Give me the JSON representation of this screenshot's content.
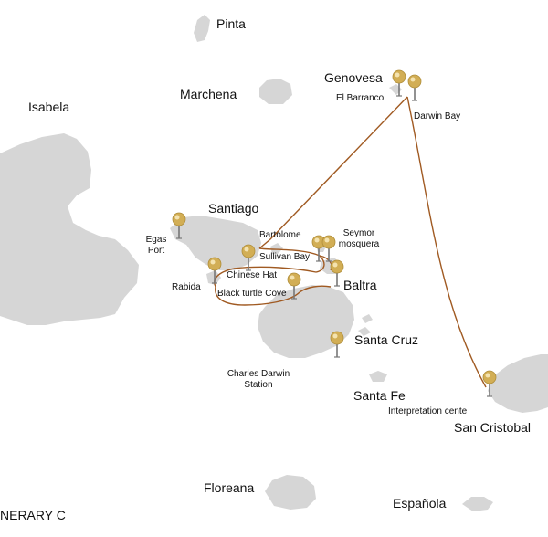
{
  "map": {
    "colors": {
      "land": "#d6d6d6",
      "route": "#a05a22",
      "pin_head": "#d2ae55",
      "pin_stem": "#777777",
      "text": "#111111"
    },
    "islands": {
      "pinta": "Pinta",
      "genovesa": "Genovesa",
      "marchena": "Marchena",
      "isabela": "Isabela",
      "santiago": "Santiago",
      "baltra": "Baltra",
      "santa_cruz": "Santa Cruz",
      "santa_fe": "Santa Fe",
      "san_cristobal": "San Cristobal",
      "floreana": "Floreana",
      "espanola": "Española"
    },
    "sites": {
      "el_barranco": "El Barranco",
      "darwin_bay": "Darwin Bay",
      "egas_port_line1": "Egas",
      "egas_port_line2": "Port",
      "bartolome": "Bartolome",
      "seymor_line1": "Seymor",
      "seymor_line2": "mosquera",
      "sullivan_bay": "Sullivan Bay",
      "chinese_hat": "Chinese Hat",
      "rabida": "Rabida",
      "black_turtle_cove": "Black turtle Cove",
      "charles_darwin_line1": "Charles Darwin",
      "charles_darwin_line2": "Station",
      "interpretation_center": "Interpretation cente"
    },
    "itinerary_title": "NERARY C"
  }
}
